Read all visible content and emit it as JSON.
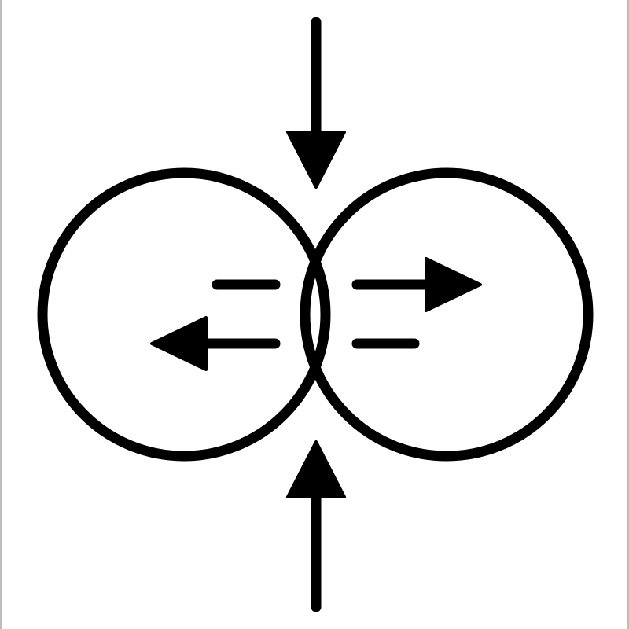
{
  "diagram": {
    "kind": "pictogram",
    "stroke_color": "#000000",
    "background_color": "#ffffff",
    "icons": [
      "circle-left",
      "circle-right",
      "arrow-down-icon",
      "arrow-up-icon",
      "arrow-left-icon",
      "arrow-right-icon",
      "dash"
    ]
  }
}
